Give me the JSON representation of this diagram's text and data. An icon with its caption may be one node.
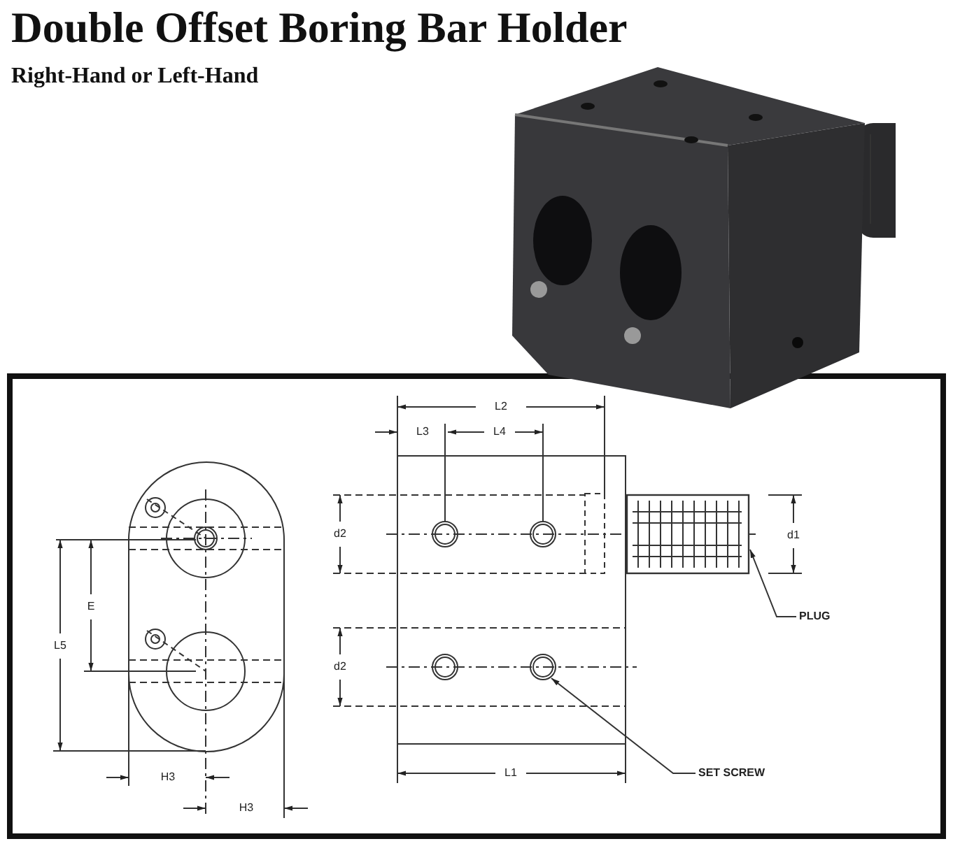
{
  "diagram": {
    "title": "Double Offset Boring Bar Holder",
    "caption": "Right-Hand or Left-Hand",
    "nodes": [
      {
        "text": [
          "PLUG"
        ]
      },
      {
        "text": [],
        "shape": "picture"
      },
      {
        "text": [
          "SET SCREW"
        ]
      },
      {
        "text": [],
        "shape": "circle"
      }
    ],
    "edges": [
      {
        "from": 0,
        "to": 1,
        "arrow": "to"
      },
      {
        "from": 2,
        "to": 3,
        "arrow": "to"
      }
    ],
    "labels": [
      "L2",
      "L3",
      "L4",
      "d2",
      "d1",
      "E",
      "L5",
      "d2",
      "L1",
      "H3",
      "H3"
    ]
  }
}
